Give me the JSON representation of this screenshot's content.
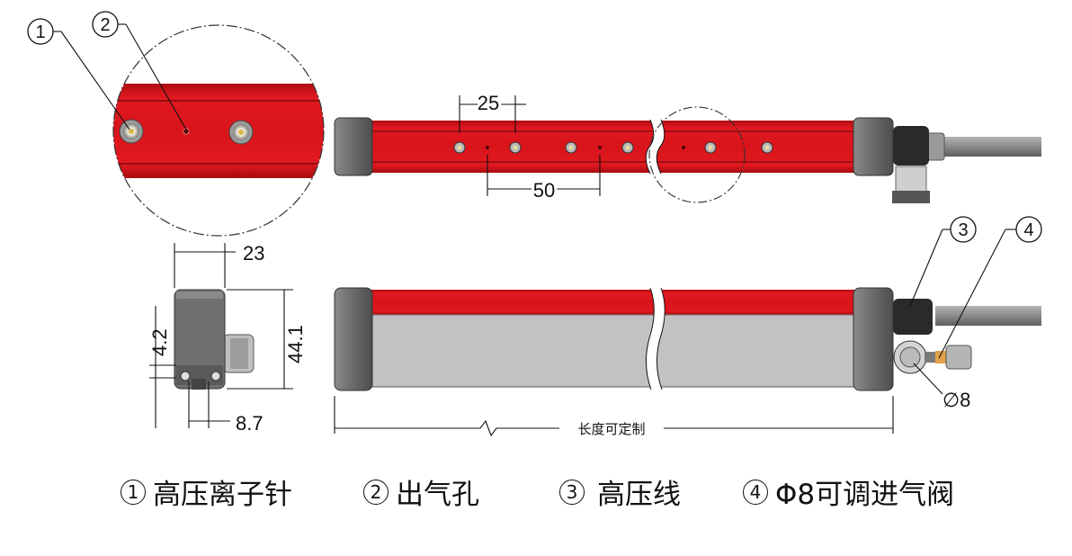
{
  "callouts": [
    "1",
    "2",
    "3",
    "4"
  ],
  "dimensions": {
    "hole_spacing": "25",
    "air_hole_spacing": "50",
    "width": "23",
    "height": "44.1",
    "offset": "4.2",
    "bottom_offset": "8.7",
    "inlet_diameter": "∅8",
    "length": "长度可定制"
  },
  "legend": [
    {
      "num": "1",
      "label": "高压离子针"
    },
    {
      "num": "2",
      "label": "出气孔"
    },
    {
      "num": "3",
      "label": "高压线"
    },
    {
      "num": "4",
      "label": "Φ8可调进气阀"
    }
  ],
  "colors": {
    "bar_red": "#d8141b",
    "cap_gray": "#6b6b6b",
    "body_gray": "#c2c2c2",
    "cable_gray": "#8e8e8e"
  }
}
